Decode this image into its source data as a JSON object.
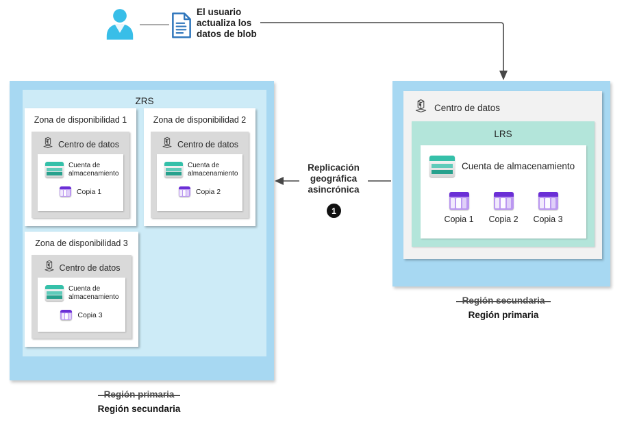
{
  "top_flow": {
    "user_label": "El usuario actualiza los datos de blob"
  },
  "replication": {
    "label": "Replicación geográfica asincrónica",
    "step": "1"
  },
  "zrs": {
    "title": "ZRS",
    "zones": [
      {
        "title": "Zona de disponibilidad 1",
        "datacenter_label": "Centro de datos",
        "account_label": "Cuenta de almacenamiento",
        "copy_label": "Copia 1"
      },
      {
        "title": "Zona de disponibilidad 2",
        "datacenter_label": "Centro de datos",
        "account_label": "Cuenta de almacenamiento",
        "copy_label": "Copia 2"
      },
      {
        "title": "Zona de disponibilidad 3",
        "datacenter_label": "Centro de datos",
        "account_label": "Cuenta de almacenamiento",
        "copy_label": "Copia 3"
      }
    ],
    "region_old": "Región primaria",
    "region_new": "Región secundaria"
  },
  "lrs": {
    "datacenter_label": "Centro de datos",
    "title": "LRS",
    "account_label": "Cuenta de almacenamiento",
    "copies": [
      "Copia 1",
      "Copia 2",
      "Copia 3"
    ],
    "region_old": "Región secundaria",
    "region_new": "Región primaria"
  },
  "colors": {
    "region_fill": "#a7d8f2",
    "zrs_inner_fill": "#cdebf7",
    "lrs_fill": "#b3e5da",
    "datacenter_card_fill": "#f2f2f2",
    "zone_datacenter_fill": "#d9d9d9",
    "storage_teal": "#35c0a9",
    "table_purple": "#6b2fd6",
    "person_cyan": "#38bee8",
    "document_blue": "#2f76bc",
    "connector_gray": "#474747"
  }
}
